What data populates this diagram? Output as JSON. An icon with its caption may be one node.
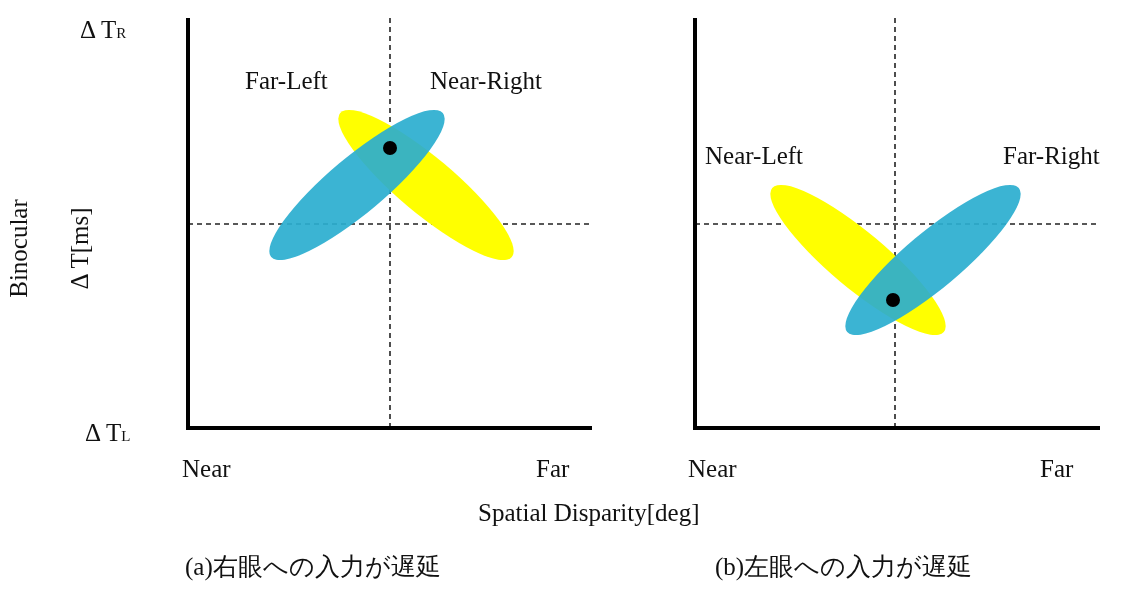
{
  "diagram": {
    "labels": [
      "Δ T$_{R}$",
      "Far-Left",
      "Near-Right",
      "Near-Left",
      "Far-Right",
      "Binocular",
      "Δ T[ms]",
      "Δ T$_{L}$",
      "Near",
      "Far",
      "Near",
      "Far",
      "Spatial Disparity[deg]",
      "(a)右眼への入力が遅延",
      "(b)左眼への入力が遅延"
    ]
  }
}
